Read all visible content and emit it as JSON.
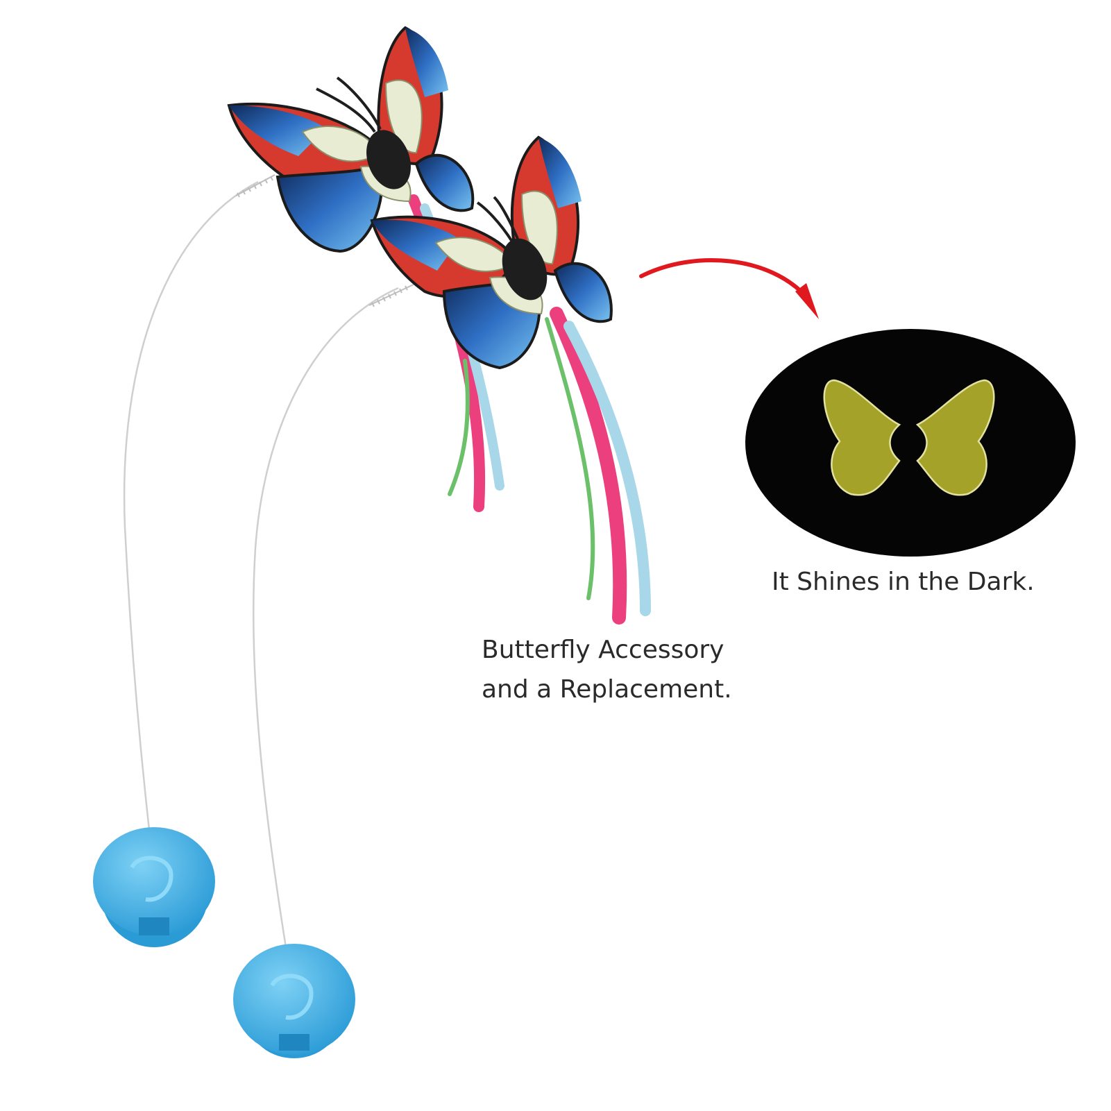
{
  "product_image": {
    "caption_accessory": {
      "line1": "Butterfly Accessory",
      "line2": "and a Replacement."
    },
    "caption_dark": "It Shines in the Dark.",
    "colors": {
      "background": "#ffffff",
      "wing_red": "#d63a2e",
      "wing_blue": "#2f6fc4",
      "wing_cream": "#e8ecd2",
      "ribbon_pink": "#ec3f7e",
      "ribbon_green": "#6cc06a",
      "ribbon_light_blue": "#a9d7ea",
      "base_blue": "#43b3e8",
      "arrow_red": "#e0191f",
      "glow_yellow": "#a4a228",
      "dark_oval": "#050505"
    }
  }
}
